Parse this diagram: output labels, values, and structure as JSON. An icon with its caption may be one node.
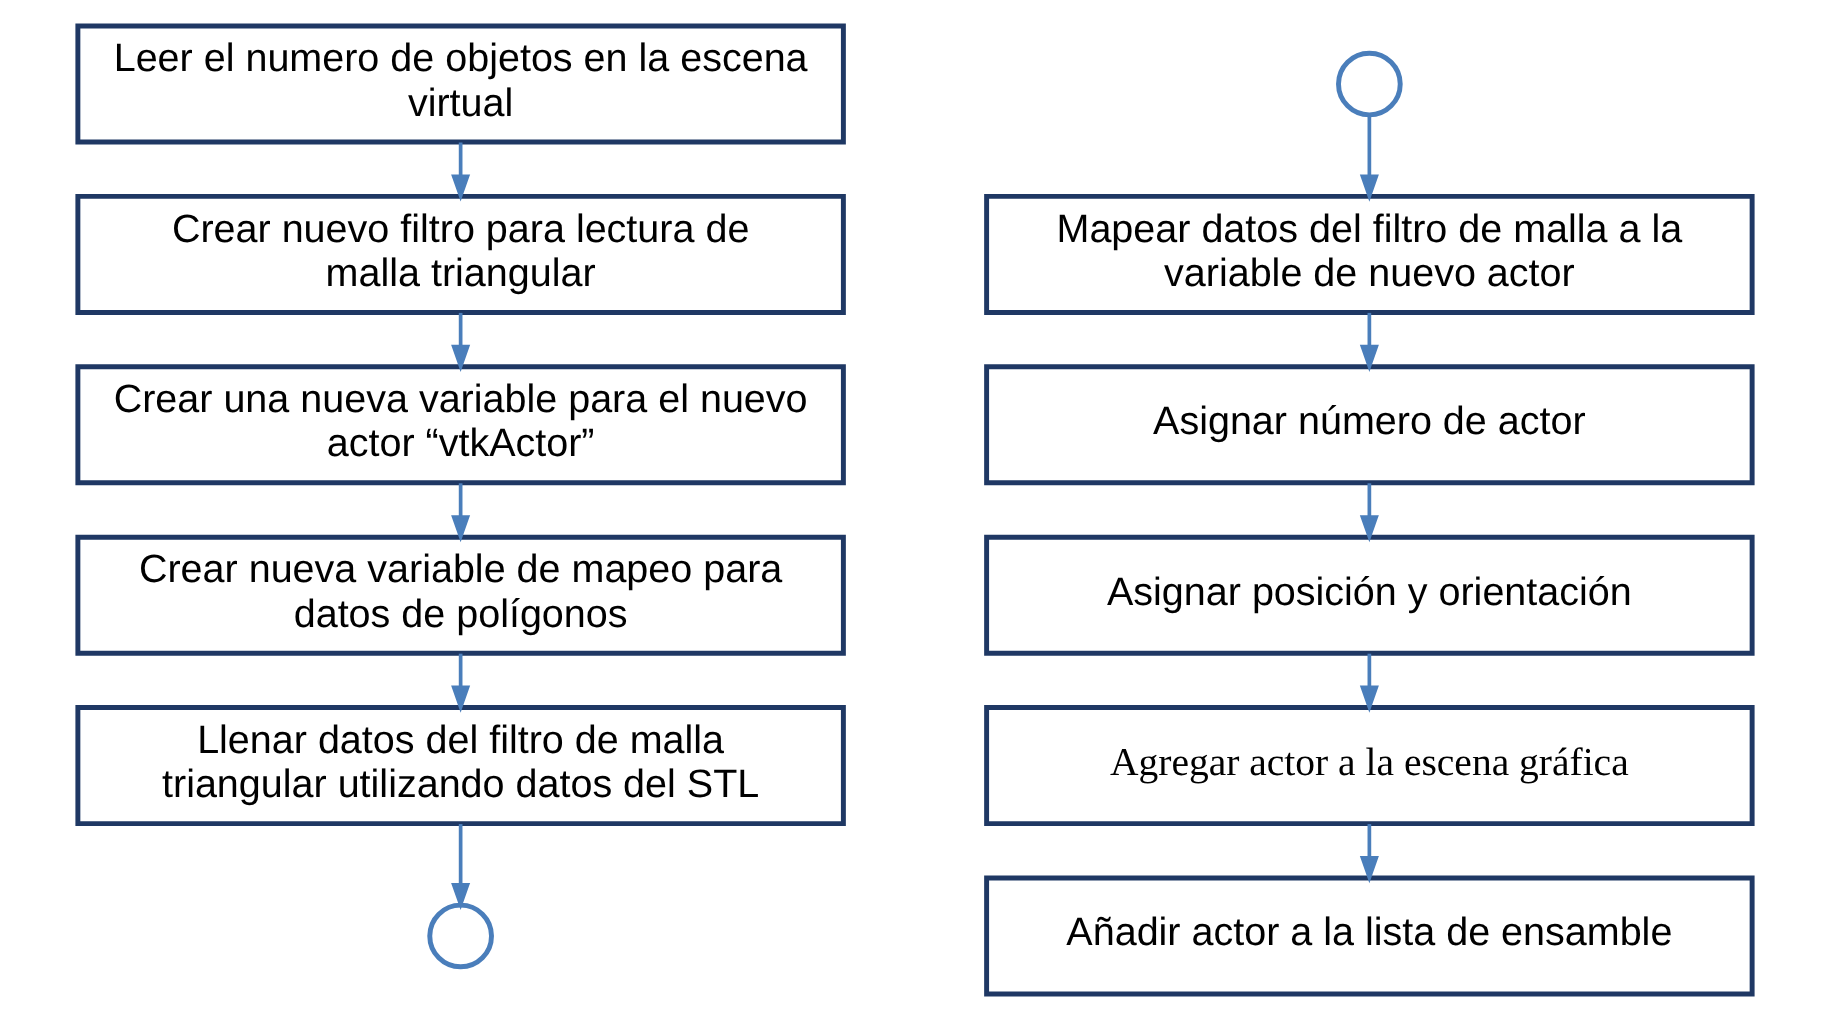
{
  "diagram": {
    "nodes": [
      {
        "text": [
          "Leer el numero de objetos en la escena virtual"
        ]
      },
      {
        "text": [
          "Crear nuevo filtro para lectura de malla triangular"
        ]
      },
      {
        "text": [
          "Crear una nueva variable para el nuevo actor “vtkActor”"
        ]
      },
      {
        "text": [
          "Crear nueva variable de mapeo para datos de polígonos"
        ]
      },
      {
        "text": [
          "Llenar datos del filtro de malla triangular utilizando datos del STL"
        ]
      },
      {
        "text": [],
        "shape": "circle"
      },
      {
        "text": [],
        "shape": "circle"
      },
      {
        "text": [
          "Mapear datos del filtro de malla a la variable de nuevo actor"
        ]
      },
      {
        "text": [
          "Asignar número de actor"
        ]
      },
      {
        "text": [
          "Asignar posición y orientación"
        ]
      },
      {
        "text": [
          "Agregar actor a la escena gráfica"
        ]
      },
      {
        "text": [
          "Añadir actor a la lista de ensamble"
        ]
      }
    ],
    "edges": [
      {
        "from": 0,
        "to": 1,
        "arrow": "to"
      },
      {
        "from": 1,
        "to": 2,
        "arrow": "to"
      },
      {
        "from": 2,
        "to": 3,
        "arrow": "to"
      },
      {
        "from": 3,
        "to": 4,
        "arrow": "to"
      },
      {
        "from": 4,
        "to": 5,
        "arrow": "to"
      },
      {
        "from": 6,
        "to": 7,
        "arrow": "to"
      },
      {
        "from": 7,
        "to": 8,
        "arrow": "to"
      },
      {
        "from": 8,
        "to": 9,
        "arrow": "to"
      },
      {
        "from": 9,
        "to": 10,
        "arrow": "to"
      },
      {
        "from": 10,
        "to": 11,
        "arrow": "to"
      }
    ]
  }
}
